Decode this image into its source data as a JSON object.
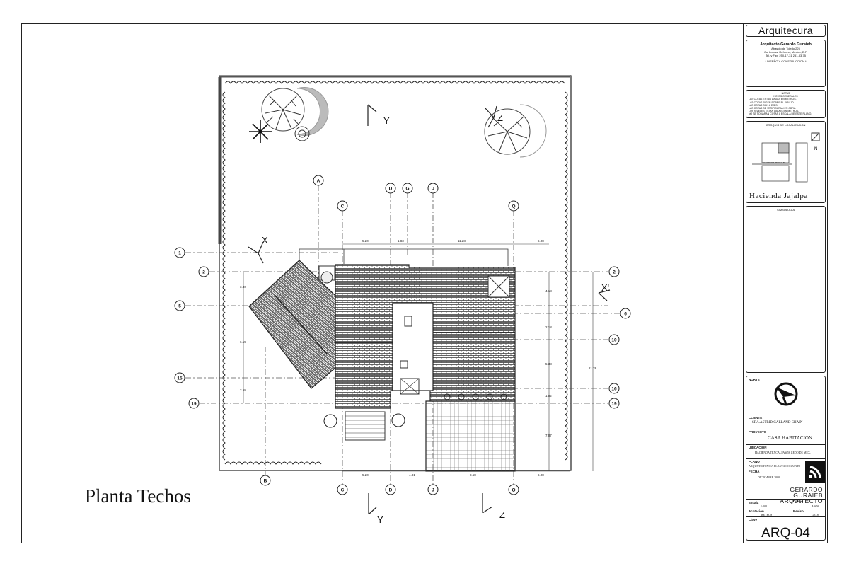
{
  "drawing": {
    "sheet_title": "Planta Techos",
    "grid_bubbles": [
      "A",
      "B",
      "C",
      "D",
      "G",
      "J",
      "Q",
      "1",
      "2",
      "5",
      "6",
      "10",
      "15",
      "16",
      "19"
    ],
    "section_marks": [
      "X",
      "X'",
      "Y",
      "Z"
    ],
    "dimensions": {
      "top": [
        "5.20",
        "1.83",
        "11.28",
        "6.08"
      ],
      "bottom": [
        "5.20",
        "4.81",
        "8.58",
        "6.08"
      ],
      "left": [
        "3.30",
        "6.15",
        "2.68"
      ],
      "right": [
        "4.18",
        "2.18",
        "5.38",
        "1.02",
        "7.07"
      ],
      "overall": "21.28"
    }
  },
  "title_block": {
    "firm": "Arquitecura",
    "office": {
      "name": "Arquitecto Gerardo Guraieb",
      "line1": "Abasolo de Toledo 225",
      "line2": "Col Lomas, Reforma, Mexico, D.F.",
      "line3": "Tel. y Fax: 250-17-31  251-83-75",
      "line4": "* DISEÑO Y CONSTRUCCION *"
    },
    "notes": {
      "title": "NOTAS",
      "subtitle": "NOTAS GENERALES",
      "items": [
        "LAS COTAS ESTAN DADAS EN METROS.",
        "LAS COTAS RIGEN SOBRE EL DIBUJO.",
        "LAS COTAS SON A EJES.",
        "LAS COTAS SE VERIFICARAN EN OBRA.",
        "LOS NIVELES ESTAN DADOS EN METROS.",
        "NO SE TOMARAN COTAS A ESCALA DE ESTE PLANO."
      ]
    },
    "location": {
      "title": "CROQUIS DE LOCALIZACION",
      "street": "HACIENDA TEXCALPA",
      "name": "Hacienda Jajalpa"
    },
    "symbology_title": "SIMBOLOGIA",
    "north_label": "NORTE",
    "cliente_label": "CLIENTE",
    "cliente": "SRA.ASTRID GALLAND CHAIN",
    "proyecto_label": "PROYECTO",
    "proyecto": "CASA HABITACION",
    "ubicacion_label": "UBICACION",
    "ubicacion": "HACIENDA TEXCALPA # 56 J.EDO DE MEX.",
    "plano_label": "PLANO",
    "plano": "ARQUITECTONICA PLANTA CONJUNTO",
    "fecha_label": "FECHA",
    "fecha": "DICIEMBRE 2000",
    "brand_line1": "GERARDO GURAIEB",
    "brand_line2": "ARQUITECTO",
    "escala_label": "Escala",
    "escala": "1:100",
    "dibujo_label": "Dibujo",
    "dibujo": "A.S.M.",
    "acotacion_label": "Acotacion",
    "acotacion": "METROS",
    "reviso_label": "Reviso",
    "reviso": "G.G.S.",
    "clave_label": "Clave",
    "clave": "ARQ-04"
  }
}
